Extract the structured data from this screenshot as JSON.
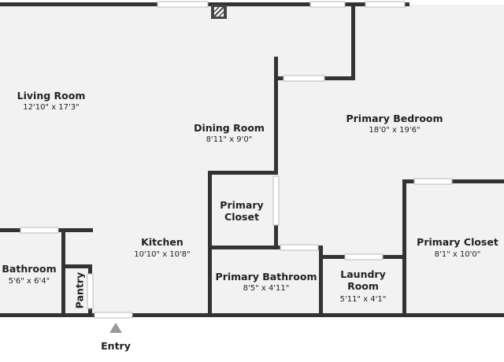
{
  "rooms": [
    {
      "id": "living-room",
      "name": "Living Room",
      "dims": "12'10\" x 17'3\""
    },
    {
      "id": "dining-room",
      "name": "Dining Room",
      "dims": "8'11\" x 9'0\""
    },
    {
      "id": "primary-bedroom",
      "name": "Primary Bedroom",
      "dims": "18'0\" x 19'6\""
    },
    {
      "id": "primary-closet-small",
      "name_lines": [
        "Primary",
        "Closet"
      ]
    },
    {
      "id": "kitchen",
      "name": "Kitchen",
      "dims": "10'10\" x 10'8\""
    },
    {
      "id": "primary-closet-large",
      "name": "Primary Closet",
      "dims": "8'1\" x 10'0\""
    },
    {
      "id": "bathroom",
      "name": "Bathroom",
      "dims": "5'6\" x 6'4\""
    },
    {
      "id": "pantry",
      "name": "Pantry"
    },
    {
      "id": "primary-bathroom",
      "name": "Primary Bathroom",
      "dims": "8'5\" x 4'11\""
    },
    {
      "id": "laundry-room",
      "name_lines": [
        "Laundry",
        "Room"
      ],
      "dims": "5'11\" x 4'1\""
    }
  ],
  "entry": {
    "label": "Entry"
  },
  "colors": {
    "wall": "#333333",
    "floor": "#f2f2f2",
    "background": "#ffffff",
    "entry_arrow": "#999999"
  }
}
